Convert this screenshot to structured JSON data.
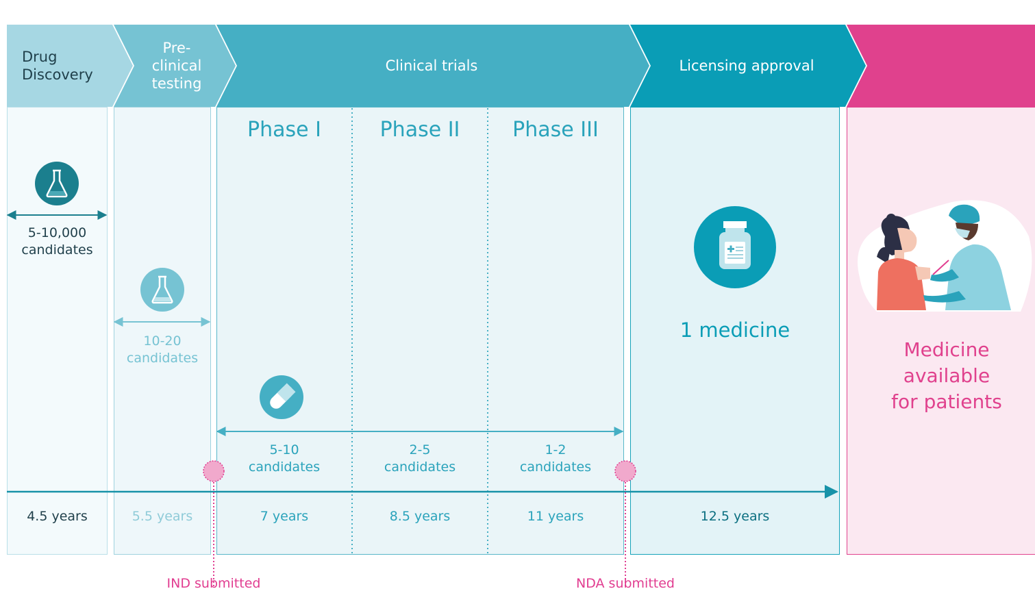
{
  "stages": {
    "discovery": "Drug\nDiscovery",
    "preclinical": "Pre-\nclinical\ntesting",
    "clinical": "Clinical trials",
    "licensing": "Licensing approval"
  },
  "phases": [
    "Phase I",
    "Phase II",
    "Phase III"
  ],
  "candidates": {
    "discovery": "5-10,000\ncandidates",
    "preclinical": "10-20\ncandidates",
    "phase1": "5-10\ncandidates",
    "phase2": "2-5\ncandidates",
    "phase3": "1-2\ncandidates"
  },
  "medicine_label": "1 medicine",
  "available_label": "Medicine\navailable\nfor patients",
  "years": [
    "4.5 years",
    "5.5 years",
    "7 years",
    "8.5 years",
    "11 years",
    "12.5 years"
  ],
  "milestones": {
    "ind": "IND submitted",
    "nda": "NDA submitted"
  },
  "colors": {
    "discovery": "#a6d7e3",
    "preclinical": "#76c3d3",
    "clinical": "#45afc4",
    "licensing": "#0a9db6",
    "available": "#e0418d",
    "available_bg": "#fbe8f1",
    "milestone": "#e13d90",
    "dark_teal": "#1b7f8e"
  },
  "icons": [
    "flask-icon",
    "pill-icon",
    "medicine-bottle-icon",
    "vaccination-illustration"
  ]
}
